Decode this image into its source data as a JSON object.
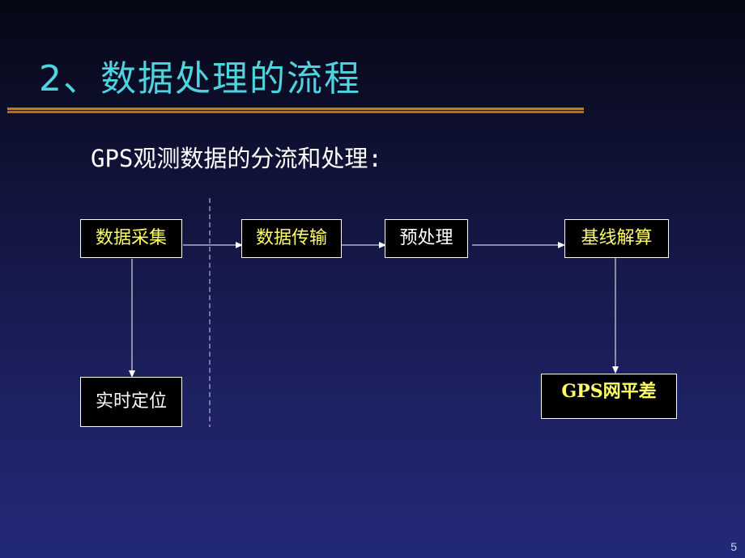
{
  "slide": {
    "title": "2、数据处理的流程",
    "subtitle": "GPS观测数据的分流和处理:",
    "page_number": "5",
    "colors": {
      "title": "#4fd3df",
      "box_text_yellow": "#ffff66",
      "box_text_white": "#ffffff",
      "rule": "#c9771b"
    }
  },
  "diagram": {
    "nodes": {
      "collect": "数据采集",
      "transmit": "数据传输",
      "preprocess": "预处理",
      "baseline": "基线解算",
      "realtime": "实时定位",
      "network": "GPS网平差"
    },
    "edges": [
      [
        "collect",
        "transmit"
      ],
      [
        "transmit",
        "preprocess"
      ],
      [
        "preprocess",
        "baseline"
      ],
      [
        "collect",
        "realtime"
      ],
      [
        "baseline",
        "network"
      ]
    ]
  }
}
